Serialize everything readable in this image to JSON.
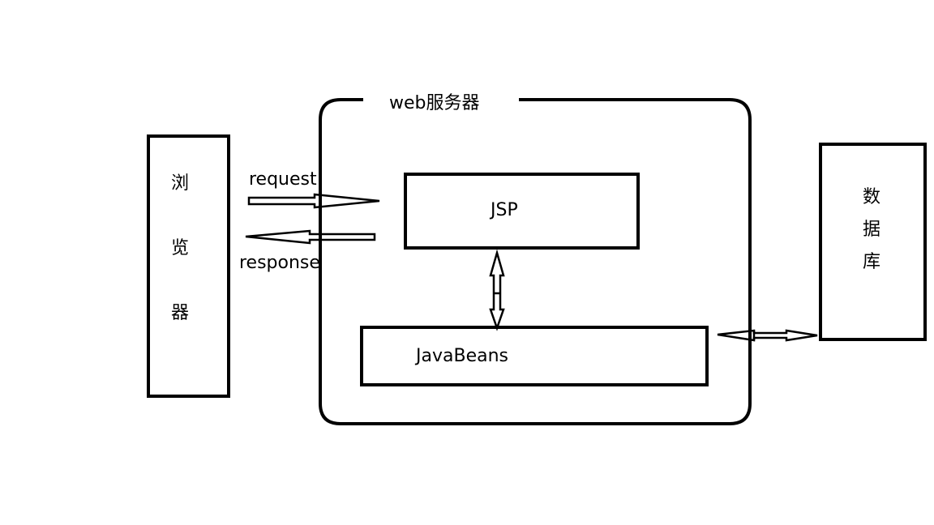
{
  "diagram": {
    "server": {
      "label": "web服务器"
    },
    "browser": {
      "chars": [
        "浏",
        "览",
        "器"
      ]
    },
    "database": {
      "chars": [
        "数",
        "据",
        "库"
      ]
    },
    "jsp": {
      "label": "JSP"
    },
    "javabeans": {
      "label": "JavaBeans"
    },
    "request_label": "request",
    "response_label": "response"
  }
}
